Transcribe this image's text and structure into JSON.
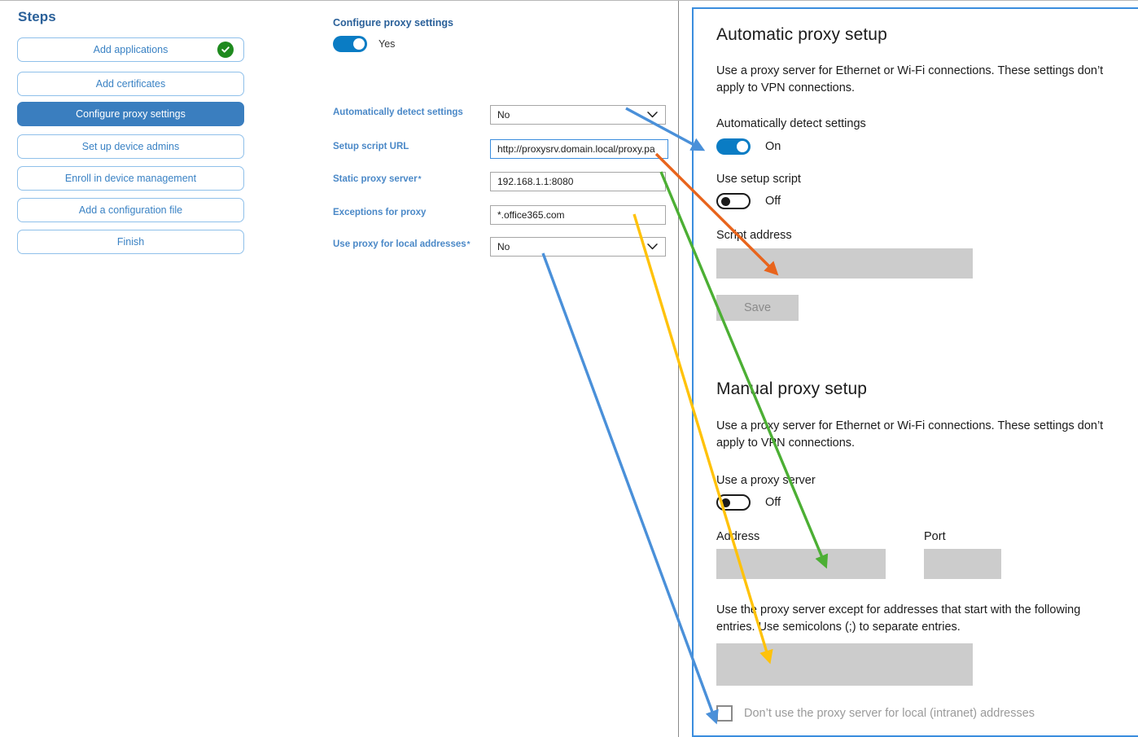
{
  "steps": {
    "title": "Steps",
    "items": [
      {
        "label": "Add applications",
        "state": "complete",
        "icon": "check-circle-icon"
      },
      {
        "label": "Add certificates",
        "state": "default"
      },
      {
        "label": "Configure proxy settings",
        "state": "active"
      },
      {
        "label": "Set up device admins",
        "state": "default"
      },
      {
        "label": "Enroll in device management",
        "state": "default"
      },
      {
        "label": "Add a configuration file",
        "state": "default"
      },
      {
        "label": "Finish",
        "state": "default"
      }
    ]
  },
  "form": {
    "heading": "Configure proxy settings",
    "toggle": {
      "label": "Yes",
      "state": "on"
    },
    "fields": [
      {
        "label": "Automatically detect settings",
        "required": false,
        "type": "select",
        "value": "No",
        "focused": false
      },
      {
        "label": "Setup script URL",
        "required": false,
        "type": "text",
        "value": "http://proxysrv.domain.local/proxy.pa",
        "focused": true
      },
      {
        "label": "Static proxy server",
        "required": true,
        "type": "text",
        "value": "192.168.1.1:8080",
        "focused": false
      },
      {
        "label": "Exceptions for proxy",
        "required": false,
        "type": "text",
        "value": "*.office365.com",
        "focused": false
      },
      {
        "label": "Use proxy for local addresses",
        "required": true,
        "type": "select",
        "value": "No",
        "focused": false
      }
    ],
    "required_marker": "*"
  },
  "settings": {
    "automatic": {
      "heading": "Automatic proxy setup",
      "description": "Use a proxy server for Ethernet or Wi-Fi connections. These settings don’t apply to VPN connections.",
      "detect_label": "Automatically detect settings",
      "detect_state": "On",
      "script_toggle_label": "Use setup script",
      "script_toggle_state": "Off",
      "script_address_label": "Script address",
      "script_address_value": "",
      "save_label": "Save"
    },
    "manual": {
      "heading": "Manual proxy setup",
      "description": "Use a proxy server for Ethernet or Wi-Fi connections. These settings don’t apply to VPN connections.",
      "use_proxy_label": "Use a proxy server",
      "use_proxy_state": "Off",
      "address_label": "Address",
      "address_value": "",
      "port_label": "Port",
      "port_value": "",
      "exceptions_description": "Use the proxy server except for addresses that start with the following entries. Use semicolons (;) to separate entries.",
      "exceptions_value": "",
      "bypass_local_label": "Don’t use the proxy server for local (intranet) addresses",
      "bypass_local_checked": false
    }
  },
  "annotations": {
    "arrows": [
      {
        "name": "arrow-detect-settings",
        "color": "#4A90D9",
        "from": "automatically-detect-settings-select",
        "to": "detect-settings-toggle"
      },
      {
        "name": "arrow-setup-script-url",
        "color": "#E8641C",
        "from": "setup-script-url-input",
        "to": "script-address-box"
      },
      {
        "name": "arrow-static-proxy-server",
        "color": "#4CAF34",
        "from": "static-proxy-server-input",
        "to": "manual-address-box"
      },
      {
        "name": "arrow-exceptions-for-proxy",
        "color": "#FFC20A",
        "from": "exceptions-for-proxy-input",
        "to": "exceptions-box"
      },
      {
        "name": "arrow-use-proxy-local",
        "color": "#4A90D9",
        "from": "use-proxy-local-select",
        "to": "bypass-local-checkbox"
      }
    ]
  },
  "colors": {
    "accent_blue": "#3A7EBF",
    "label_blue": "#4A88C7",
    "heading_blue": "#2A6099",
    "toggle_on": "#0A7CC4",
    "complete_green": "#1E8A1E",
    "box_gray": "#cccccc"
  }
}
